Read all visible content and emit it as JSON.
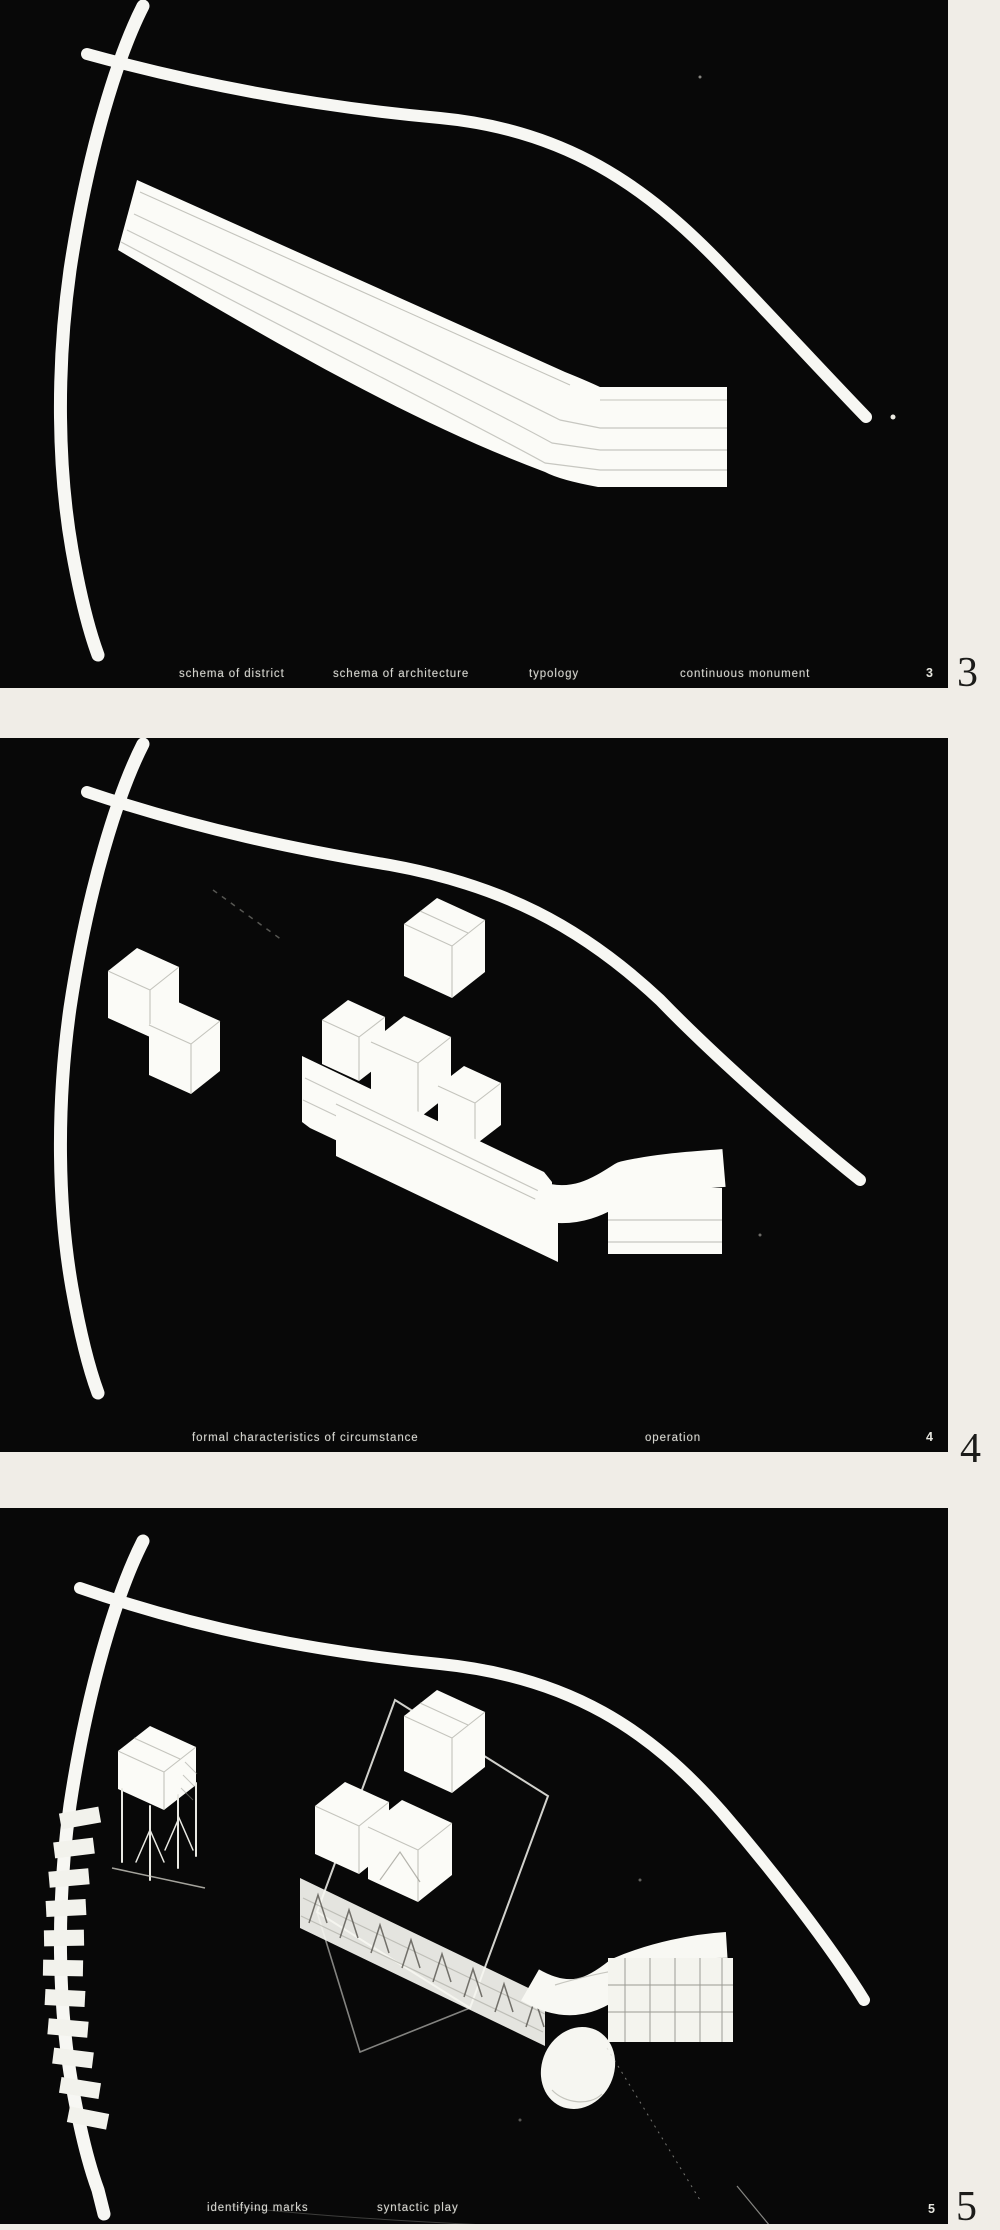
{
  "page": {
    "background_color": "#f0ede7",
    "panel_color": "#080808",
    "line_color": "#f7f7f3",
    "caption_color": "#d6d6cf",
    "figure_number_color": "#1c1c1a"
  },
  "figures": [
    {
      "figure_number": "3",
      "inner_number": "3",
      "captions": [
        "schema of district",
        "schema of architecture",
        "typology",
        "continuous monument"
      ]
    },
    {
      "figure_number": "4",
      "inner_number": "4",
      "captions": [
        "formal characteristics of circumstance",
        "operation"
      ]
    },
    {
      "figure_number": "5",
      "inner_number": "5",
      "captions": [
        "identifying marks",
        "syntactic play"
      ]
    }
  ]
}
